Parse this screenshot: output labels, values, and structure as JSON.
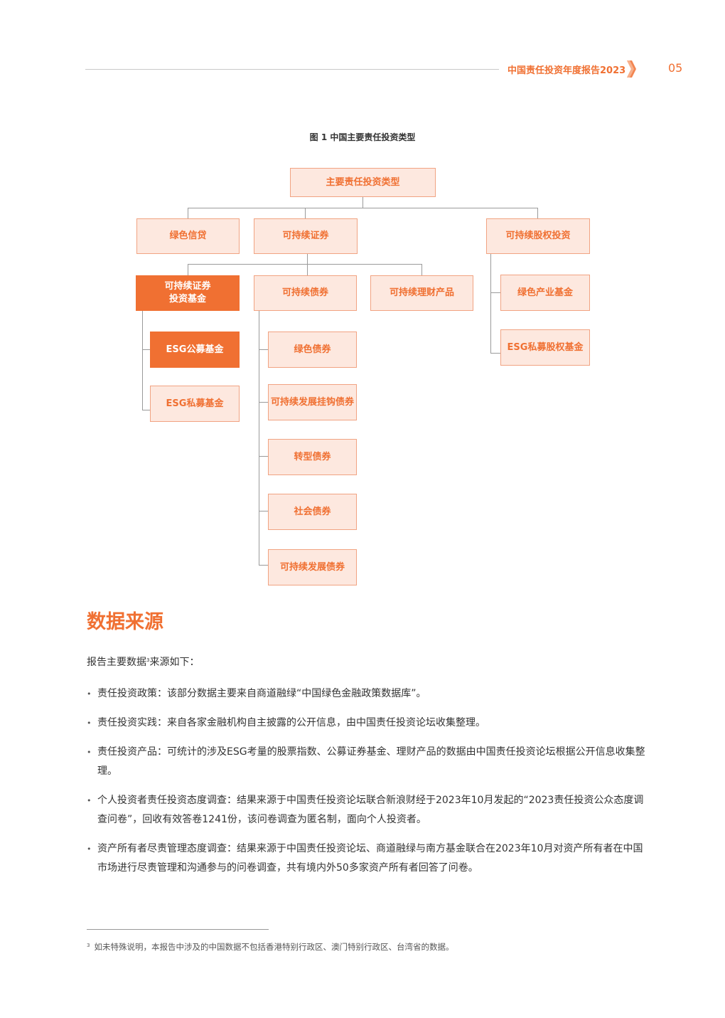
{
  "header": {
    "report_title": "中国责任投资年度报告2023",
    "page_number": "05",
    "accent_color": "#f07032"
  },
  "figure": {
    "title": "图 1 中国主要责任投资类型",
    "root": "主要责任投资类型",
    "level1": [
      "绿色信贷",
      "可持续证券",
      "可持续股权投资"
    ],
    "securities_children": [
      "可持续证券\n投资基金",
      "可持续债券",
      "可持续理财产品"
    ],
    "fund_children": [
      "ESG公募基金",
      "ESG私募基金"
    ],
    "bond_children": [
      "绿色债券",
      "可持续发展挂钩债券",
      "转型债券",
      "社会债券",
      "可持续发展债券"
    ],
    "equity_children": [
      "绿色产业基金",
      "ESG私募股权基金"
    ]
  },
  "section": {
    "title": "数据来源",
    "intro_prefix": "报告主要数据",
    "intro_sup": "3",
    "intro_suffix": "来源如下：",
    "bullets": [
      "责任投资政策：该部分数据主要来自商道融绿“中国绿色金融政策数据库”。",
      "责任投资实践：来自各家金融机构自主披露的公开信息，由中国责任投资论坛收集整理。",
      "责任投资产品：可统计的涉及ESG考量的股票指数、公募证券基金、理财产品的数据由中国责任投资论坛根据公开信息收集整理。",
      "个人投资者责任投资态度调查：结果来源于中国责任投资论坛联合新浪财经于2023年10月发起的“2023责任投资公众态度调查问卷”，回收有效答卷1241份，该问卷调查为匿名制，面向个人投资者。",
      "资产所有者尽责管理态度调查：结果来源于中国责任投资论坛、商道融绿与南方基金联合在2023年10月对资产所有者在中国市场进行尽责管理和沟通参与的问卷调查，共有境内外50多家资产所有者回答了问卷。"
    ]
  },
  "footnote": {
    "number": "3",
    "text": "如未特殊说明，本报告中涉及的中国数据不包括香港特别行政区、澳门特别行政区、台湾省的数据。"
  }
}
